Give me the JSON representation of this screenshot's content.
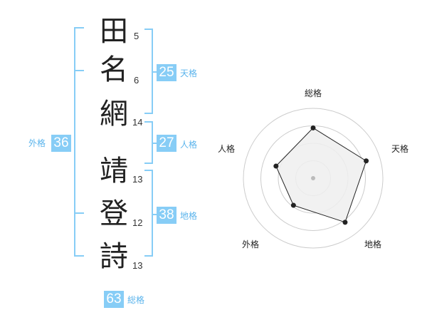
{
  "name": {
    "characters": [
      {
        "char": "田",
        "strokes": "5"
      },
      {
        "char": "名",
        "strokes": "6"
      },
      {
        "char": "網",
        "strokes": "14"
      },
      {
        "char": "靖",
        "strokes": "13"
      },
      {
        "char": "登",
        "strokes": "12"
      },
      {
        "char": "詩",
        "strokes": "13"
      }
    ]
  },
  "kakusu": {
    "tenkaku": {
      "value": "25",
      "label": "天格"
    },
    "jinkaku": {
      "value": "27",
      "label": "人格"
    },
    "chikaku": {
      "value": "38",
      "label": "地格"
    },
    "gaikaku": {
      "value": "36",
      "label": "外格"
    },
    "soukaku": {
      "value": "63",
      "label": "総格"
    }
  },
  "chart_data": {
    "type": "radar",
    "axes": [
      "総格",
      "天格",
      "地格",
      "外格",
      "人格"
    ],
    "values": [
      0.72,
      0.8,
      0.78,
      0.48,
      0.56
    ],
    "max": 1,
    "grid_levels": 4,
    "grid": true,
    "colors": {
      "fill": "#eeeeee",
      "line": "#222222",
      "grid": "#cccccc",
      "center": "#bbbbbb"
    }
  },
  "colors": {
    "accent": "#87cdf6",
    "accent_text": "#5bb4ec"
  }
}
